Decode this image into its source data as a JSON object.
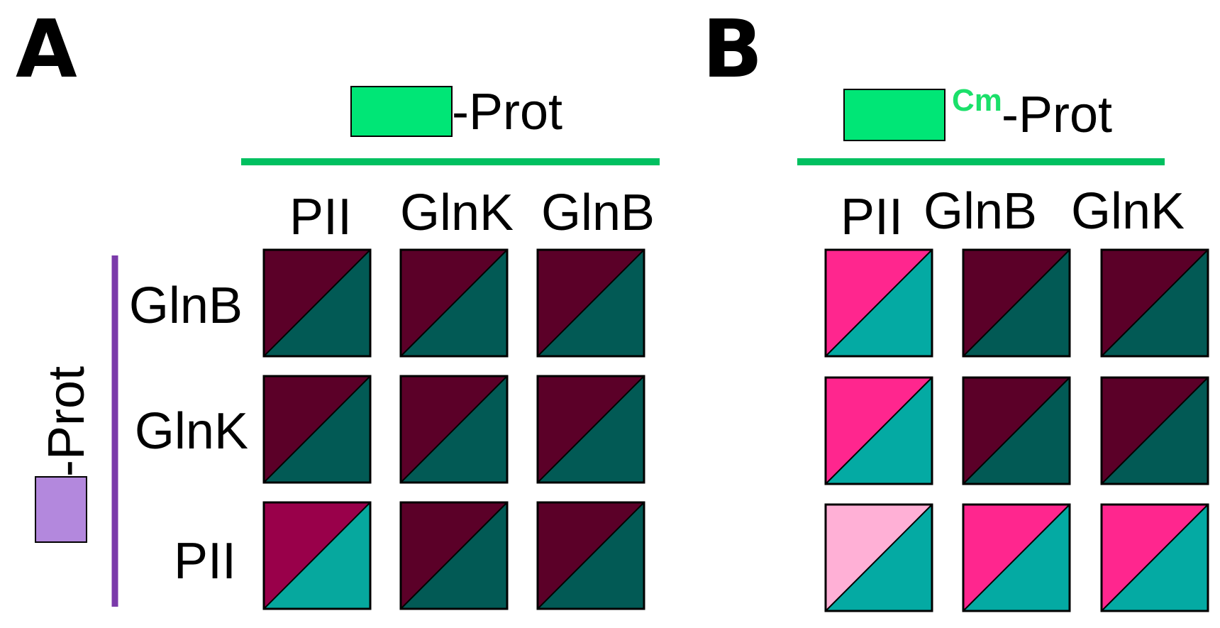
{
  "panels": [
    {
      "letter": "A",
      "header": {
        "text": "-Prot",
        "superscript": ""
      },
      "left_label": "-Prot",
      "columns": [
        "PII",
        "GlnK",
        "GlnB"
      ],
      "rows": [
        "GlnB",
        "GlnK",
        "PII"
      ],
      "cells": [
        [
          "dark",
          "dark",
          "dark"
        ],
        [
          "dark",
          "dark",
          "dark"
        ],
        [
          "medium",
          "dark",
          "dark"
        ]
      ]
    },
    {
      "letter": "B",
      "header": {
        "text": "-Prot",
        "superscript": "Cm"
      },
      "columns": [
        "PII",
        "GlnB",
        "GlnK"
      ],
      "cells": [
        [
          "bright",
          "dark",
          "dark"
        ],
        [
          "bright",
          "dark",
          "dark"
        ],
        [
          "pale",
          "bright",
          "bright"
        ]
      ]
    }
  ],
  "colors": {
    "green_tag": "#00e676",
    "green_line": "#00c060",
    "purple_tag": "#b388dd",
    "purple_line": "#7b3aaa",
    "superscript": "#1be06a",
    "cell_styles": {
      "dark": {
        "top": "#5b0028",
        "bottom": "#025a55"
      },
      "medium": {
        "top": "#99004a",
        "bottom": "#06a89e"
      },
      "bright": {
        "top": "#ff268e",
        "bottom": "#04aaa3"
      },
      "pale": {
        "top": "#ffb0d6",
        "bottom": "#04aaa3"
      }
    }
  }
}
